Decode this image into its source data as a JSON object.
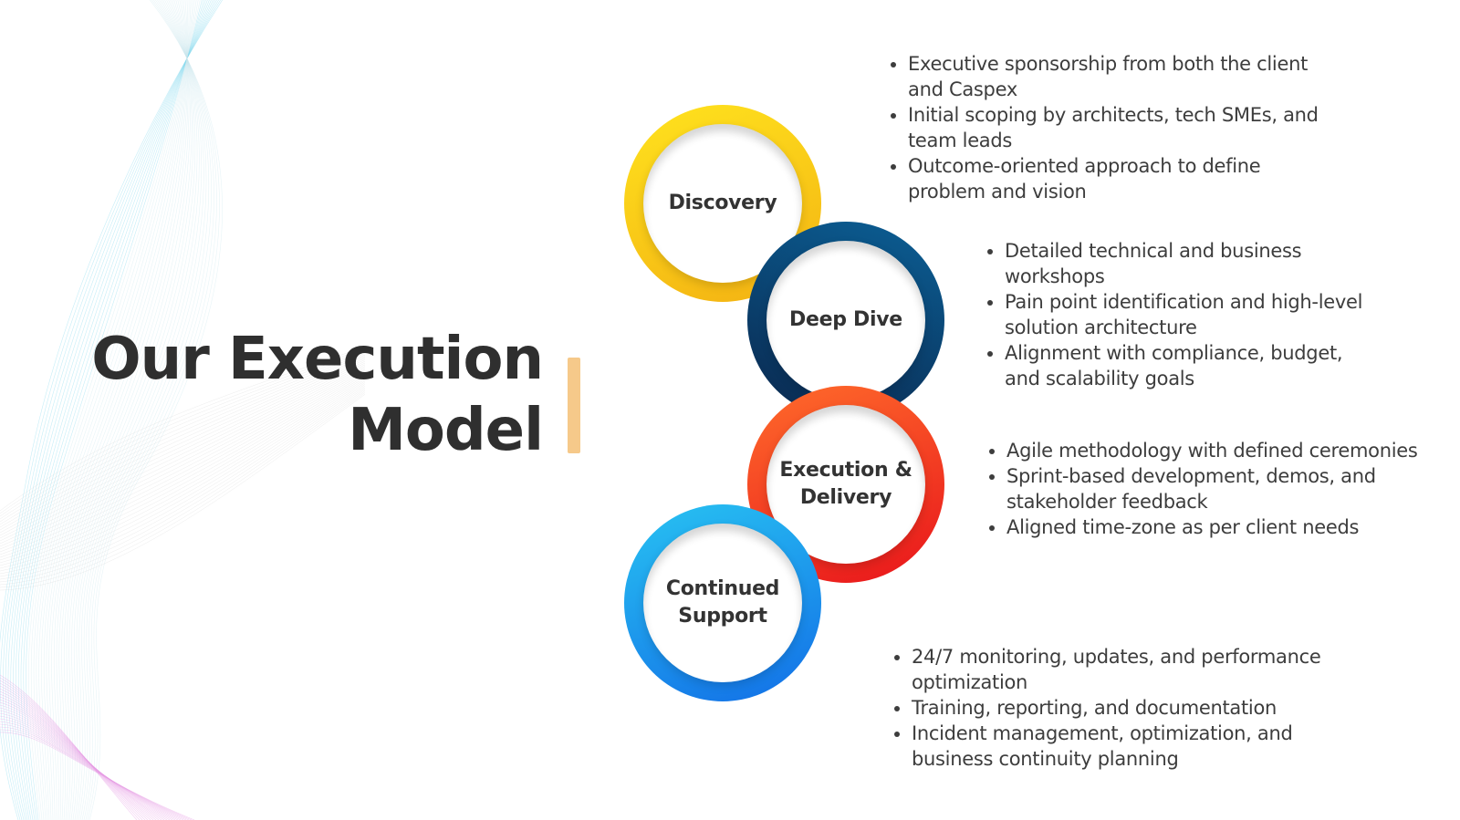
{
  "slide": {
    "title_line1": "Our Execution",
    "title_line2": "Model",
    "colors": {
      "title": "#2f2f2f",
      "accent_bar": "#f6c98a",
      "discovery_ring": [
        "#ffe31e",
        "#f3b112"
      ],
      "deep_dive_ring": [
        "#0b5f95",
        "#0a274d"
      ],
      "execution_ring": [
        "#ff6c2b",
        "#e8141b"
      ],
      "support_ring": [
        "#28c3f2",
        "#126ee6"
      ]
    }
  },
  "stages": [
    {
      "label": "Discovery",
      "bullets": [
        "Executive sponsorship from both the client and Caspex",
        "Initial scoping by architects, tech SMEs, and team leads",
        "Outcome-oriented approach to define problem and vision"
      ]
    },
    {
      "label": "Deep Dive",
      "bullets": [
        "Detailed technical and business workshops",
        "Pain point identification and high-level solution architecture",
        "Alignment with compliance, budget, and scalability goals"
      ]
    },
    {
      "label": "Execution &\nDelivery",
      "bullets": [
        "Agile methodology with defined ceremonies",
        "Sprint-based development, demos, and stakeholder feedback",
        "Aligned time-zone as per client needs"
      ]
    },
    {
      "label": "Continued\nSupport",
      "bullets": [
        "24/7 monitoring, updates, and performance optimization",
        "Training, reporting, and documentation",
        "Incident management, optimization, and business continuity planning"
      ]
    }
  ]
}
